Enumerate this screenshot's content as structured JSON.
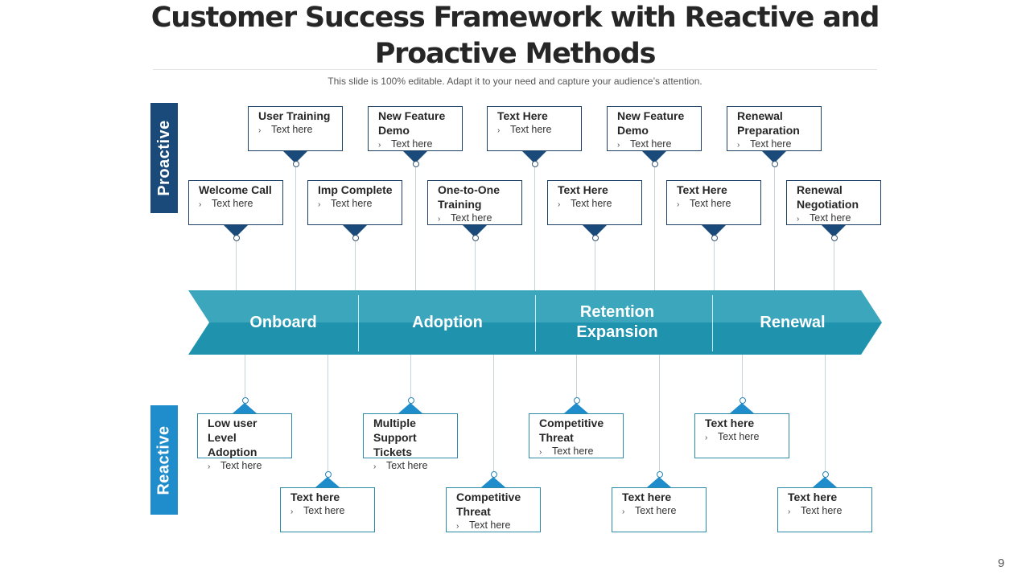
{
  "slide": {
    "title_line1": "Customer Success Framework with Reactive and",
    "title_line2": "Proactive Methods",
    "subtitle": "This slide is 100% editable. Adapt it to your need and capture your audience’s attention.",
    "page_number": "9"
  },
  "colors": {
    "proactive": "#1a4a7a",
    "reactive": "#1f8ccc",
    "arrow_top": "#3aa4bb",
    "arrow_bottom": "#1f93ae"
  },
  "side_labels": {
    "proactive": "Proactive",
    "reactive": "Reactive"
  },
  "stages": [
    {
      "label": "Onboard"
    },
    {
      "label": "Adoption"
    },
    {
      "label": "Retention Expansion"
    },
    {
      "label": "Renewal"
    }
  ],
  "bullet_icon": "chevron-right-icon",
  "proactive_items": [
    {
      "heading": "Welcome Call",
      "text": "Text here"
    },
    {
      "heading": "User Training",
      "text": "Text here"
    },
    {
      "heading": "Imp Complete",
      "text": "Text here"
    },
    {
      "heading": "New Feature Demo",
      "text": "Text here"
    },
    {
      "heading": "One-to-One Training",
      "text": "Text here"
    },
    {
      "heading": "Text Here",
      "text": "Text here"
    },
    {
      "heading": "Text Here",
      "text": "Text here"
    },
    {
      "heading": "New Feature Demo",
      "text": "Text here"
    },
    {
      "heading": "Text Here",
      "text": "Text here"
    },
    {
      "heading": "Renewal Preparation",
      "text": "Text here"
    },
    {
      "heading": "Renewal Negotiation",
      "text": "Text here"
    }
  ],
  "reactive_items": [
    {
      "heading": "Low user Level Adoption",
      "text": "Text here"
    },
    {
      "heading": "Text here",
      "text": "Text here"
    },
    {
      "heading": "Multiple Support Tickets",
      "text": "Text here"
    },
    {
      "heading": "Competitive Threat",
      "text": "Text here"
    },
    {
      "heading": "Competitive Threat",
      "text": "Text here"
    },
    {
      "heading": "Text here",
      "text": "Text here"
    },
    {
      "heading": "Text here",
      "text": "Text here"
    },
    {
      "heading": "Text here",
      "text": "Text here"
    }
  ]
}
